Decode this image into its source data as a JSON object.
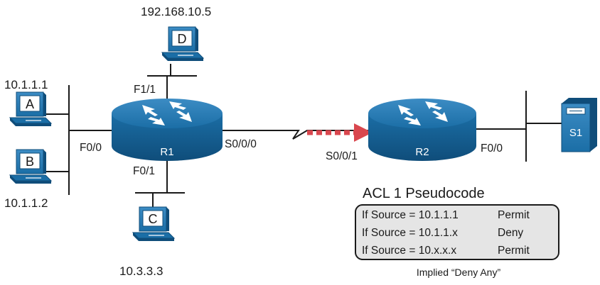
{
  "colors": {
    "device_blue": "#1b6ea6",
    "device_dark": "#0f4d7a",
    "acl_box_fill": "#e5e5e5",
    "traffic_arrow": "#d9474e"
  },
  "hosts": {
    "a": {
      "letter": "A",
      "address": "10.1.1.1"
    },
    "b": {
      "letter": "B",
      "address": "10.1.1.2"
    },
    "c": {
      "letter": "C",
      "address": "10.3.3.3"
    },
    "d": {
      "letter": "D",
      "address": "192.168.10.5"
    }
  },
  "routers": {
    "r1": {
      "name": "R1",
      "interfaces": {
        "f0_0": "F0/0",
        "f0_1": "F0/1",
        "f1_1": "F1/1",
        "s0_0_0": "S0/0/0"
      }
    },
    "r2": {
      "name": "R2",
      "interfaces": {
        "s0_0_1": "S0/0/1",
        "f0_0": "F0/0"
      }
    }
  },
  "server": {
    "name": "S1"
  },
  "acl": {
    "title": "ACL 1 Pseudocode",
    "lines": [
      {
        "source": "If Source = 10.1.1.1",
        "action": "Permit"
      },
      {
        "source": "If Source = 10.1.1.x",
        "action": "Deny"
      },
      {
        "source": "If Source = 10.x.x.x",
        "action": "Permit"
      }
    ],
    "implied": "Implied “Deny Any”"
  }
}
